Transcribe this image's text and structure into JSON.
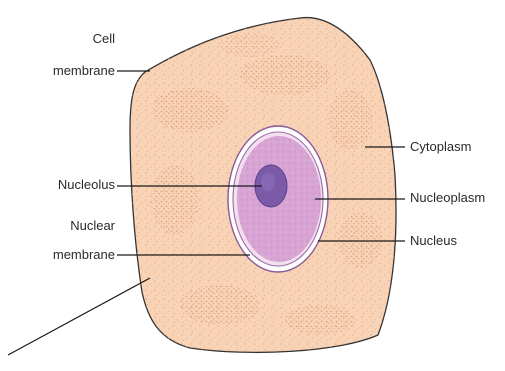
{
  "labels": {
    "cell_membrane_line1": "Cell",
    "cell_membrane_line2": "membrane",
    "cytoplasm": "Cytoplasm",
    "nucleolus": "Nucleolus",
    "nucleoplasm": "Nucleoplasm",
    "nuclear_membrane_line1": "Nuclear",
    "nuclear_membrane_line2": "membrane",
    "nucleus": "Nucleus"
  },
  "colors": {
    "cytoplasm_fill": "#f9d3b6",
    "cell_outline": "#333333",
    "cytoplasm_dots": "#e3a88a",
    "nucleoplasm_fill": "#d8a4d4",
    "nuclear_membrane": "#8a5a9a",
    "nucleolus_fill": "#7b5ba8",
    "leader_lines": "#1a1a1a"
  }
}
